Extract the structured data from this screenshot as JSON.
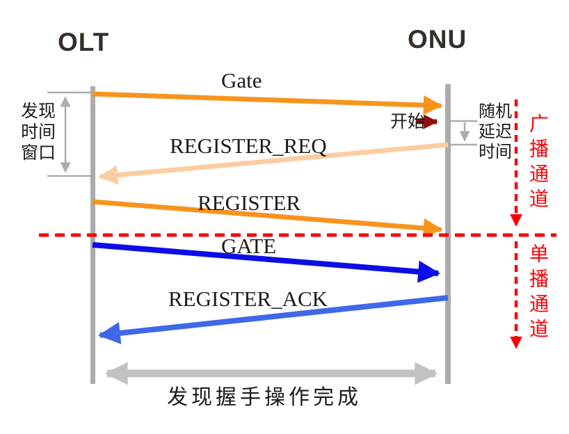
{
  "diagram": {
    "entities": {
      "left": "OLT",
      "right": "ONU"
    },
    "messages": [
      {
        "label": "Gate",
        "from": "OLT",
        "to": "ONU"
      },
      {
        "label": "REGISTER_REQ",
        "from": "ONU",
        "to": "OLT"
      },
      {
        "label": "REGISTER",
        "from": "OLT",
        "to": "ONU"
      },
      {
        "label": "GATE",
        "from": "OLT",
        "to": "ONU"
      },
      {
        "label": "REGISTER_ACK",
        "from": "ONU",
        "to": "OLT"
      }
    ],
    "annotations": {
      "discovery_window": "发现时间窗口",
      "start": "开始",
      "random_delay": "随机延迟时间",
      "broadcast_channel": "广播通道",
      "unicast_channel": "单播通道",
      "handshake_complete": "发现握手操作完成"
    },
    "colors": {
      "orange": "#F7941D",
      "light_orange": "#FBCDA2",
      "blue": "#0D0DE8",
      "light_blue": "#3E68E8",
      "dark_red": "#8F1010",
      "gray": "#ABABAB",
      "big_gray": "#C2C2C2",
      "red": "#FB0207",
      "text": "#1F1A17"
    }
  }
}
